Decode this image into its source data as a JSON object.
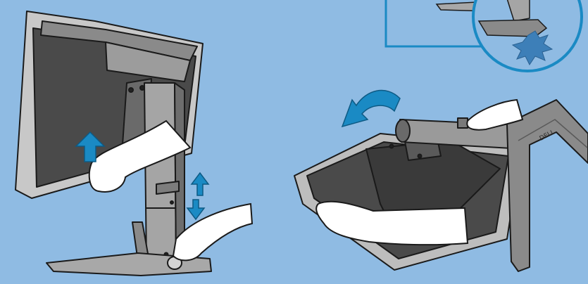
{
  "scene": {
    "background_color": "#8fbbe3",
    "accent_color": "#1a8ac4",
    "monitor_dark": "#4a4a4a",
    "monitor_body": "#9a9a9a",
    "outline_color": "#1a1a1a",
    "callout_alert_color": "#3d7fb8"
  },
  "panels": {
    "left": {
      "subject": "monitor-on-stand",
      "indicators": [
        "up-arrow-icon",
        "up-down-arrow-icon"
      ]
    },
    "right": {
      "subject": "monitor-face-down-with-stand",
      "indicators": [
        "curved-arrow-icon"
      ]
    },
    "inset": {
      "subject": "stand-base-impact-callout",
      "indicators": [
        "impact-burst-icon"
      ]
    }
  },
  "base_logo": {
    "text": "DELL"
  }
}
